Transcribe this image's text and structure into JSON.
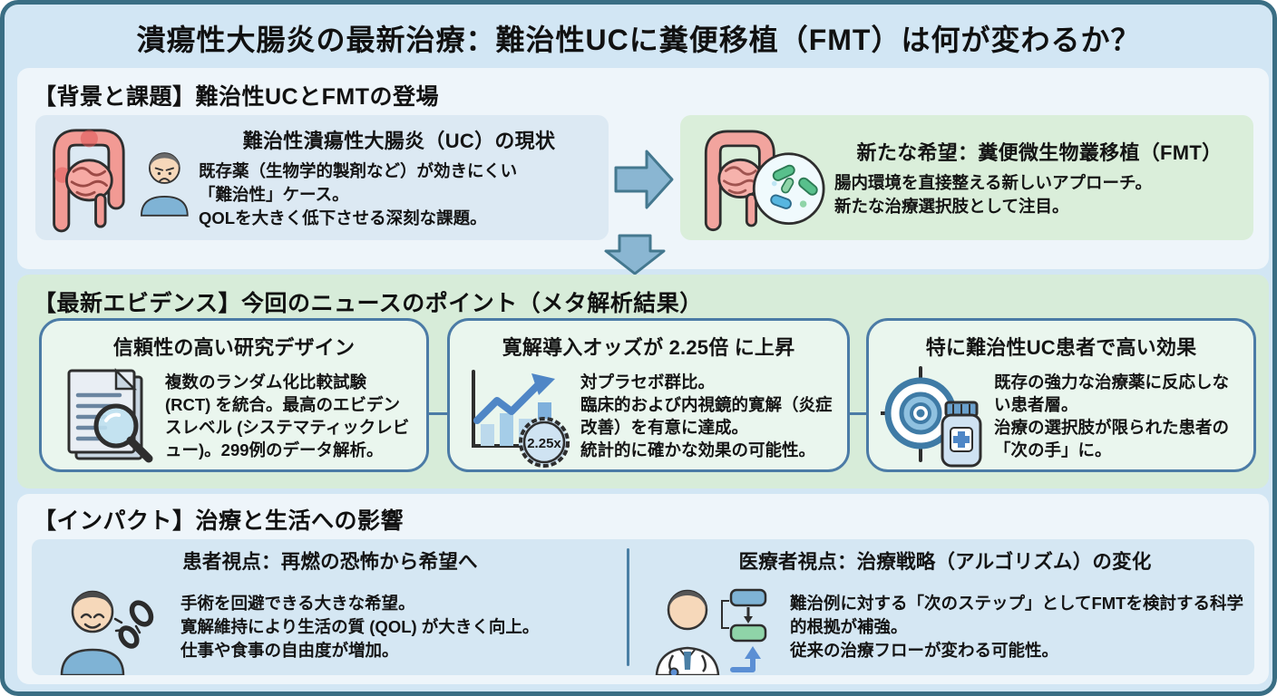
{
  "title": "潰瘍性大腸炎の最新治療：難治性UCに糞便移植（FMT）は何が変わるか？",
  "colors": {
    "outer_border": "#3a6e84",
    "outer_background": "#d2e6f4",
    "panel_light": "#eef5fa",
    "panel_green": "#d7ecd9",
    "problem_card_bg": "#dce9f3",
    "hope_card_bg": "#daeeda",
    "evidence_card_bg": "#eaf6ee",
    "evidence_card_border": "#4b7ba6",
    "impact_panel_bg": "#d5e7f3",
    "arrow_fill": "#8ab6d2",
    "arrow_stroke": "#44788f",
    "text": "#141414"
  },
  "background": {
    "header": "【背景と課題】難治性UCとFMTの登場",
    "problem_card": {
      "icons": [
        "inflamed-colon-icon",
        "sad-patient-icon"
      ],
      "title": "難治性潰瘍性大腸炎（UC）の現状",
      "lines": [
        "既存薬（生物学的製剤など）が効きにくい",
        "「難治性」ケース。",
        "QOLを大きく低下させる深刻な課題。"
      ]
    },
    "hope_card": {
      "icons": [
        "colon-icon",
        "microbiome-icon"
      ],
      "title": "新たな希望：糞便微生物叢移植（FMT）",
      "lines": [
        "腸内環境を直接整える新しいアプローチ。",
        "新たな治療選択肢として注目。"
      ]
    }
  },
  "evidence": {
    "header": "【最新エビデンス】今回のニュースのポイント（メタ解析結果）",
    "cards": [
      {
        "icon": "documents-magnifier-icon",
        "title": "信頼性の高い研究デザイン",
        "body": "複数のランダム化比較試験 (RCT) を統合。最高のエビデンスレベル (システマティックレビュー)。299例のデータ解析。"
      },
      {
        "icon": "rising-bar-chart-icon",
        "title": "寛解導入オッズが 2.25倍 に上昇",
        "badge": "2.25x",
        "lines": [
          "対プラセボ群比。",
          "臨床的および内視鏡的寛解（炎症改善）を有意に達成。",
          "統計的に確かな効果の可能性。"
        ]
      },
      {
        "icon": "target-medicine-icon",
        "title": "特に難治性UC患者で高い効果",
        "lines": [
          "既存の強力な治療薬に反応しない患者層。",
          "治療の選択肢が限られた患者の「次の手」に。"
        ]
      }
    ]
  },
  "impact": {
    "header": "【インパクト】治療と生活への影響",
    "patient": {
      "icon": "patient-broken-chain-icon",
      "title": "患者視点：再燃の恐怖から希望へ",
      "lines": [
        "手術を回避できる大きな希望。",
        "寛解維持により生活の質 (QOL) が大きく向上。",
        "仕事や食事の自由度が増加。"
      ]
    },
    "clinician": {
      "icon": "doctor-flowchart-icon",
      "title": "医療者視点：治療戦略（アルゴリズム）の変化",
      "lines": [
        "難治例に対する「次のステップ」としてFMTを検討する科学的根拠が補強。",
        "従来の治療フローが変わる可能性。"
      ]
    }
  }
}
